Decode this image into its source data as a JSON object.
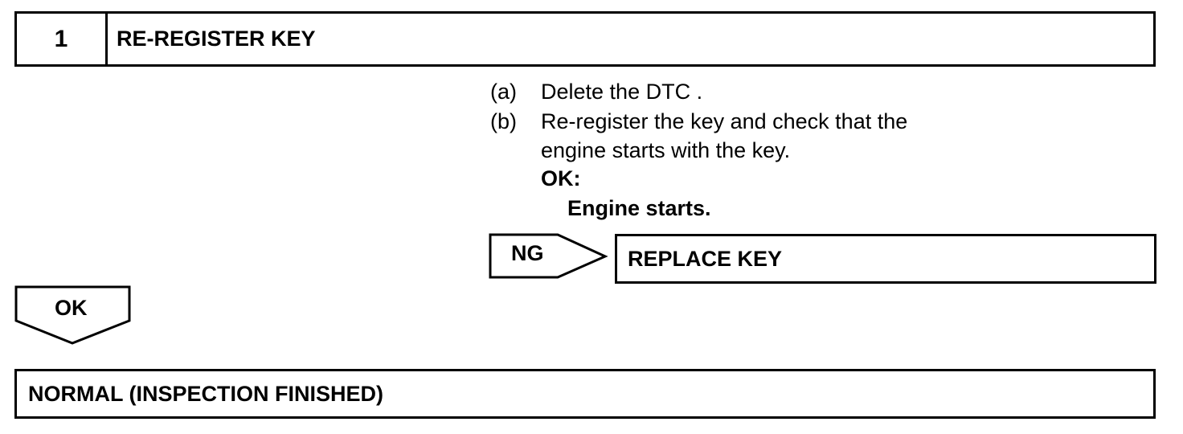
{
  "step": {
    "number": "1",
    "title": "RE-REGISTER KEY"
  },
  "instructions": [
    {
      "label": "(a)",
      "text": "Delete the DTC ."
    },
    {
      "label": "(b)",
      "text": "Re-register the key and check that the"
    },
    {
      "label": "",
      "text": "engine starts with the key."
    }
  ],
  "ok_criteria": {
    "heading": "OK:",
    "text": "Engine starts."
  },
  "ng_branch": {
    "label": "NG",
    "result": "REPLACE KEY"
  },
  "ok_branch": {
    "label": "OK",
    "result": "NORMAL (INSPECTION FINISHED)"
  }
}
